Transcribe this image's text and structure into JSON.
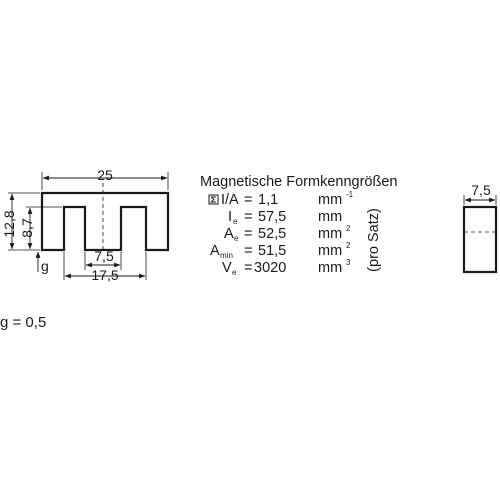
{
  "front_view": {
    "dim_width": "25",
    "dim_height": "12,8",
    "dim_leg_height": "8,7",
    "dim_gap_label": "g",
    "dim_center_leg": "7,5",
    "dim_window_span": "17,5"
  },
  "side_view": {
    "dim_depth": "7,5"
  },
  "parameters": {
    "title": "Magnetische Formkenngrößen",
    "rows": [
      {
        "symbol": "Σ I/A",
        "equals": "=",
        "value": "1,1",
        "unit": "mm",
        "unit_exp": "-1"
      },
      {
        "symbol": "I",
        "symbol_sub": "e",
        "equals": "=",
        "value": "57,5",
        "unit": "mm",
        "unit_exp": ""
      },
      {
        "symbol": "A",
        "symbol_sub": "e",
        "equals": "=",
        "value": "52,5",
        "unit": "mm",
        "unit_exp": "2"
      },
      {
        "symbol": "A",
        "symbol_sub": "min",
        "equals": "=",
        "value": "51,5",
        "unit": "mm",
        "unit_exp": "2"
      },
      {
        "symbol": "V",
        "symbol_sub": "e",
        "equals": "=",
        "value": "3020",
        "unit": "mm",
        "unit_exp": "3"
      }
    ],
    "note": "(pro Satz)"
  },
  "gap_note": "g = 0,5"
}
